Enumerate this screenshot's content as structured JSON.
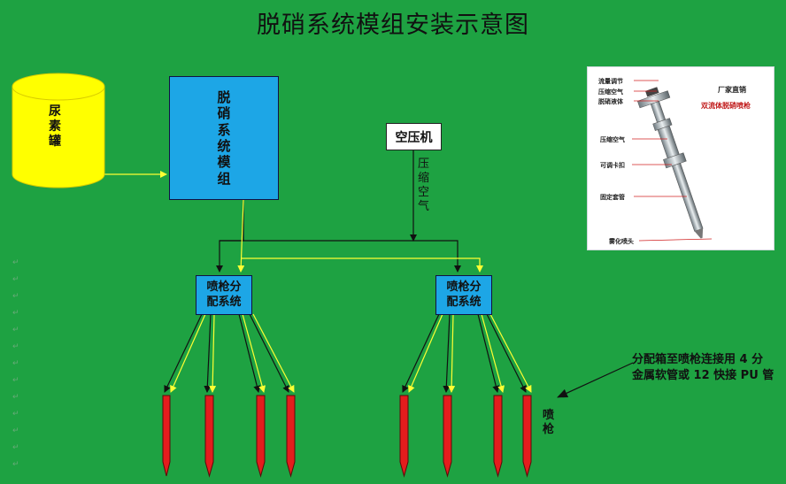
{
  "title": "脱硝系统模组安装示意图",
  "tank": {
    "label": [
      "尿",
      "素",
      "罐"
    ],
    "color": "#ffff00"
  },
  "main_module": {
    "label": [
      "脱",
      "硝",
      "系",
      "统",
      "模",
      "组"
    ],
    "color": "#1da6e6"
  },
  "compressor": {
    "label": "空压机"
  },
  "air_pipe_label": [
    "压",
    "缩",
    "空",
    "气"
  ],
  "distribution_boxes": {
    "left": {
      "lines": [
        "喷枪分",
        "配系统"
      ]
    },
    "right": {
      "lines": [
        "喷枪分",
        "配系统"
      ]
    }
  },
  "hose_note": {
    "lines": [
      "分配箱至喷枪连接用 4 分",
      "金属软管或 12 快接 PU 管"
    ]
  },
  "gun_label": [
    "喷",
    "枪"
  ],
  "photo": {
    "maker": "厂家直销",
    "product": "双流体脱硝喷枪",
    "parts": [
      "流量调节",
      "压缩空气",
      "脱硝液体",
      "压缩空气",
      "可调卡扣",
      "固定套管",
      "雾化喷头"
    ]
  },
  "colors": {
    "background": "#1ea242",
    "gun": "#e41d1d",
    "liquid_line": "#ffff33",
    "air_line": "#111111"
  }
}
